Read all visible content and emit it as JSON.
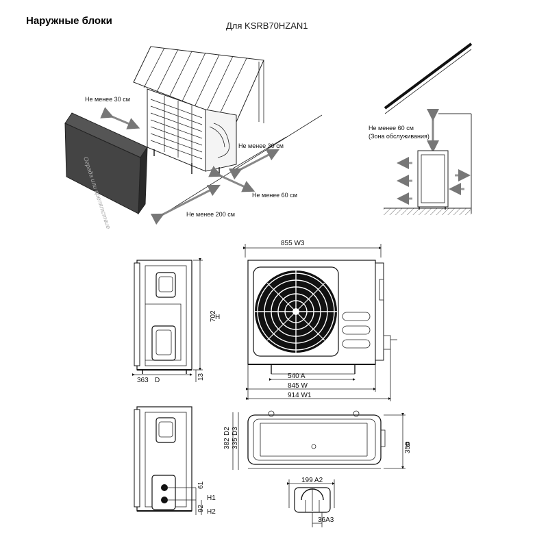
{
  "header": {
    "title": "Наружные блоки",
    "model": "Для KSRB70HZAN1"
  },
  "clearance": {
    "back_30": "Не менее 30 см",
    "side_30": "Не менее 30 см",
    "side_60": "Не менее 60 см",
    "front_200": "Не менее 200 см",
    "obstacle": "Ограда или препятствие",
    "top_60": "Не менее 60 см",
    "service_zone": "(Зона обслуживания)"
  },
  "dimensions": {
    "w3": "855  W3",
    "h_val": "702",
    "h": "H",
    "d_val": "363",
    "d": "D",
    "foot": "13",
    "a": "540  A",
    "w": "845  W",
    "w1": "914  W1",
    "d2": "D2",
    "d2_val": "382",
    "d3": "D3",
    "d3_val": "335",
    "b_val": "350",
    "b": "B",
    "h1_val": "61",
    "h1": "H1",
    "h2_val": "92",
    "h2": "H2",
    "a2": "199 A2",
    "a3": "36A3"
  }
}
